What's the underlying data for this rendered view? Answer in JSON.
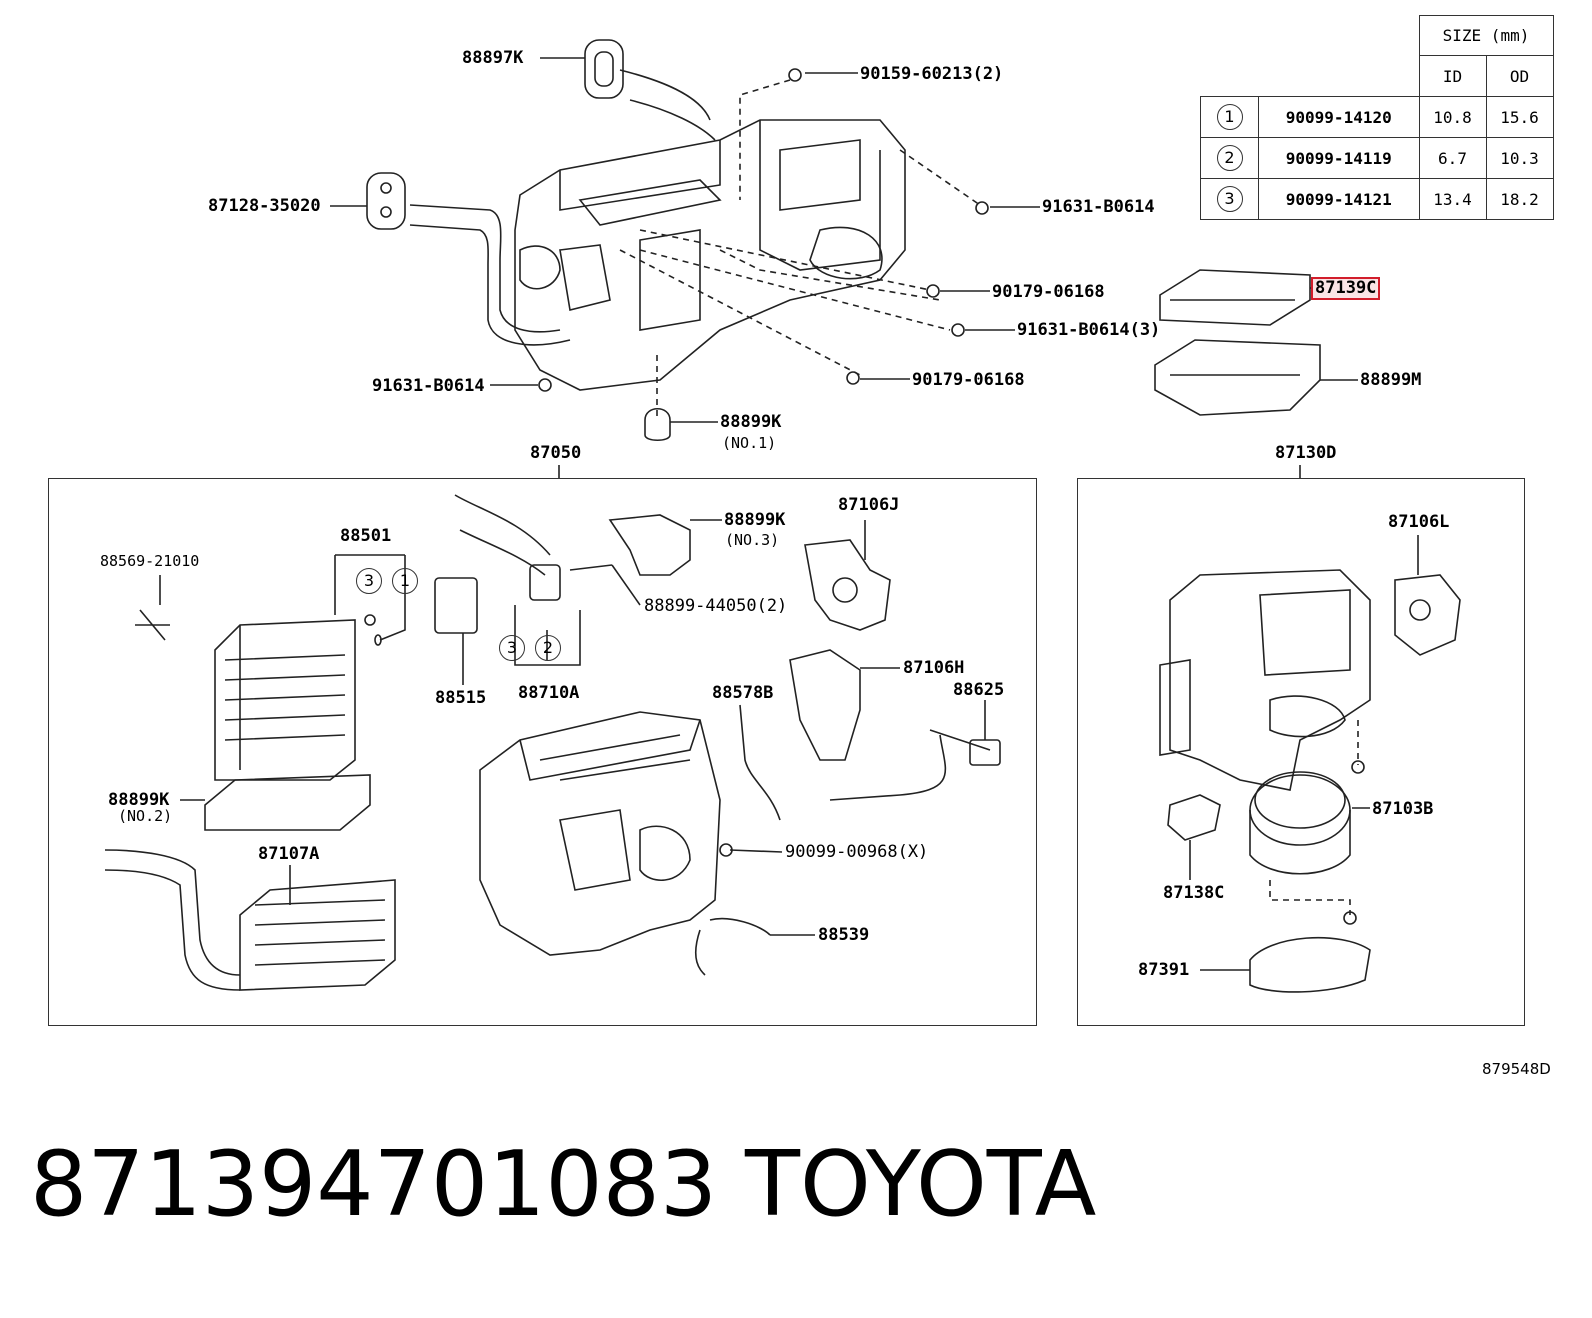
{
  "size_table": {
    "header": "SIZE (mm)",
    "col_id": "ID",
    "col_od": "OD",
    "rows": [
      {
        "mark": "1",
        "part": "90099-14120",
        "id": "10.8",
        "od": "15.6"
      },
      {
        "mark": "2",
        "part": "90099-14119",
        "id": "6.7",
        "od": "10.3"
      },
      {
        "mark": "3",
        "part": "90099-14121",
        "id": "13.4",
        "od": "18.2"
      }
    ]
  },
  "top_labels": {
    "p88897K": "88897K",
    "p90159": "90159-60213(2)",
    "p87128": "87128-35020",
    "p91631a": "91631-B0614",
    "p90179a": "90179-06168",
    "p91631b": "91631-B0614(3)",
    "p91631c": "91631-B0614",
    "p90179b": "90179-06168",
    "p88899K_top": "88899K",
    "p88899K_top_sub": "(NO.1)",
    "p87139C": "87139C",
    "p88899M": "88899M"
  },
  "box_87050": {
    "title": "87050",
    "labels": {
      "p88569": "88569-21010",
      "p88501": "88501",
      "p88515": "88515",
      "p88710A": "88710A",
      "p88899K_3": "88899K",
      "p88899K_3_sub": "(NO.3)",
      "p88899_44050": "88899-44050(2)",
      "p87106J": "87106J",
      "p87106H": "87106H",
      "p88578B": "88578B",
      "p88625": "88625",
      "p88899K_2": "88899K",
      "p88899K_2_sub": "(NO.2)",
      "p87107A": "87107A",
      "p90099_00968": "90099-00968(X)",
      "p88539": "88539"
    },
    "circles": {
      "c3a": "3",
      "c1": "1",
      "c3b": "3",
      "c2": "2"
    }
  },
  "box_87130D": {
    "title": "87130D",
    "labels": {
      "p87106L": "87106L",
      "p87103B": "87103B",
      "p87138C": "87138C",
      "p87391": "87391"
    }
  },
  "diagram_ref": "879548D",
  "footer": {
    "part_number": "871394701083",
    "brand": "TOYOTA"
  },
  "highlight_color": "#d21d2b"
}
